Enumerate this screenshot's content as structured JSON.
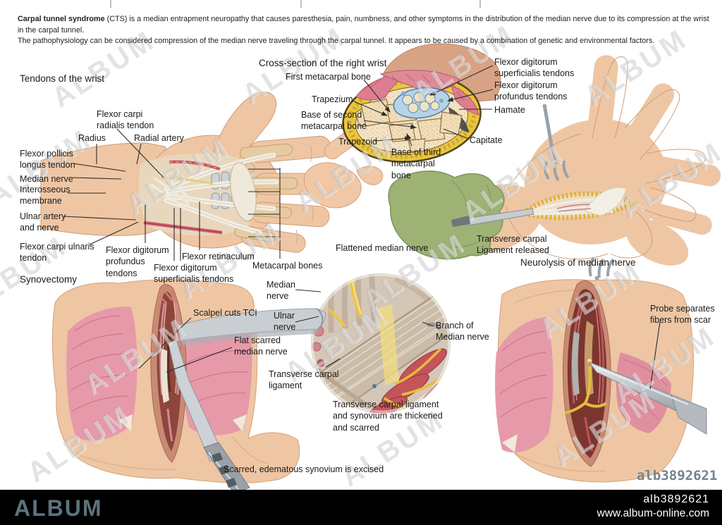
{
  "header": {
    "title_bold": "Carpal tunnel syndrome",
    "line1": " (CTS) is a median entrapment neuropathy that causes paresthesia, pain, numbness, and other symptoms in the distribution of the median nerve due to its compression at the wrist in the carpal tunnel.",
    "line2": "The pathophysiology can be considered compression of the median nerve traveling through the carpal tunnel. It appears to be caused by a combination of genetic and environmental factors."
  },
  "tendons_section": {
    "title": "Tendons of the wrist",
    "labels": {
      "flexor_carpi_radialis": "Flexor carpi radialis tendon",
      "radius": "Radius",
      "radial_artery": "Radial artery",
      "flexor_pollicis_longus": "Flexor pollicis longus tendon",
      "median_nerve": "Median nerve",
      "interosseous_membrane": "Interosseous membrane",
      "ulnar_artery_nerve": "Ulnar artery and nerve",
      "flexor_carpi_ulnaris": "Flexor carpi ulnaris tendon",
      "flexor_digitorum_profundus": "Flexor digitorum profundus tendons",
      "flexor_digitorum_superficialis": "Flexor digitorum superficialis tendons",
      "flexor_retinaculum": "Flexor retinaculum",
      "metacarpal_bones": "Metacarpal bones"
    }
  },
  "cross_section": {
    "title": "Cross-section of the right wrist",
    "labels": {
      "first_metacarpal": "First metacarpal bone",
      "trapezium": "Trapezium",
      "base_second_metacarpal": "Base of second metacarpal bone",
      "trapezoid": "Trapezoid",
      "base_third_metacarpal": "Base of third metacarpal bone",
      "fds_tendons": "Flexor digitorum superficialis tendons",
      "fdp_tendons": "Flexor digitorum profundus tendons",
      "hamate": "Hamate",
      "capitate": "Capitate"
    }
  },
  "release_section": {
    "caption": "Transverse carpal Ligament released"
  },
  "flattened_caption": "Flattened median nerve",
  "tunnel_detail": {
    "labels": {
      "median_nerve": "Median nerve",
      "ulnar_nerve": "Ulnar nerve",
      "branch_median": "Branch of Median nerve",
      "transverse_carpal_ligament": "Transverse carpal ligament"
    },
    "caption": "Transverse carpal ligament and synovium are thickened and scarred"
  },
  "synovectomy": {
    "title": "Synovectomy",
    "labels": {
      "scalpel_cuts": "Scalpel cuts TCI",
      "flat_scarred": "Flat scarred median nerve"
    },
    "caption": "Scarred, edematous synovium is excised"
  },
  "neurolysis": {
    "title": "Neurolysis of median nerve",
    "labels": {
      "probe": "Probe separates fibers from scar"
    }
  },
  "watermark": {
    "text": "ALBUM"
  },
  "stock_code": "alb3892621",
  "footer": {
    "logo": "ALBUM",
    "code": "alb3892621",
    "url": "www.album-online.com"
  },
  "colors": {
    "skin": "#eec6a4",
    "muscle_pink": "#e69aa9",
    "fat_yellow": "#e9c63e",
    "tendon_white": "#f1ecdf",
    "incision_red": "#8e453c",
    "glove_green": "#9db274",
    "synovium_blue": "#b5d3e7",
    "metal_gray": "#c9ced2",
    "footer_bg": "#000000",
    "footer_logo": "#5d737c",
    "label_text": "#1b1b1b"
  }
}
